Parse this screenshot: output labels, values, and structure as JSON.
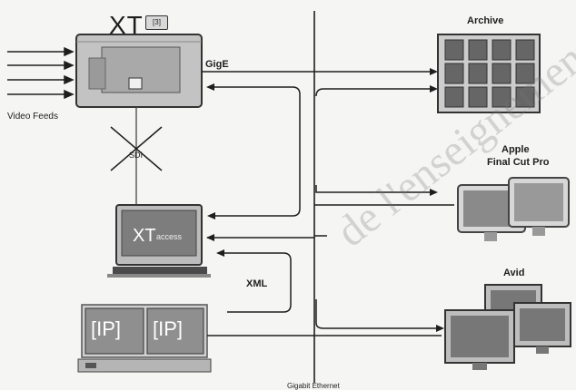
{
  "top_device": {
    "brand": "XT",
    "badge": "[3]"
  },
  "labels": {
    "video_feeds": "Video Feeds",
    "gige": "GigE",
    "sdi": "SDI",
    "xml": "XML",
    "gigabit_ethernet": "Gigabit Ethernet"
  },
  "access_station": {
    "brand": "XT",
    "model": "access"
  },
  "ipdirector_tiles": [
    "[IP]",
    "[IP]"
  ],
  "destinations": {
    "archive": "Archive",
    "apple_line1": "Apple",
    "apple_line2": "Final Cut Pro",
    "avid": "Avid"
  },
  "watermark": "de l'enseignement",
  "colors": {
    "line": "#1e1e1e",
    "device": "#bfbfbf",
    "screen": "#7d7d7d"
  }
}
